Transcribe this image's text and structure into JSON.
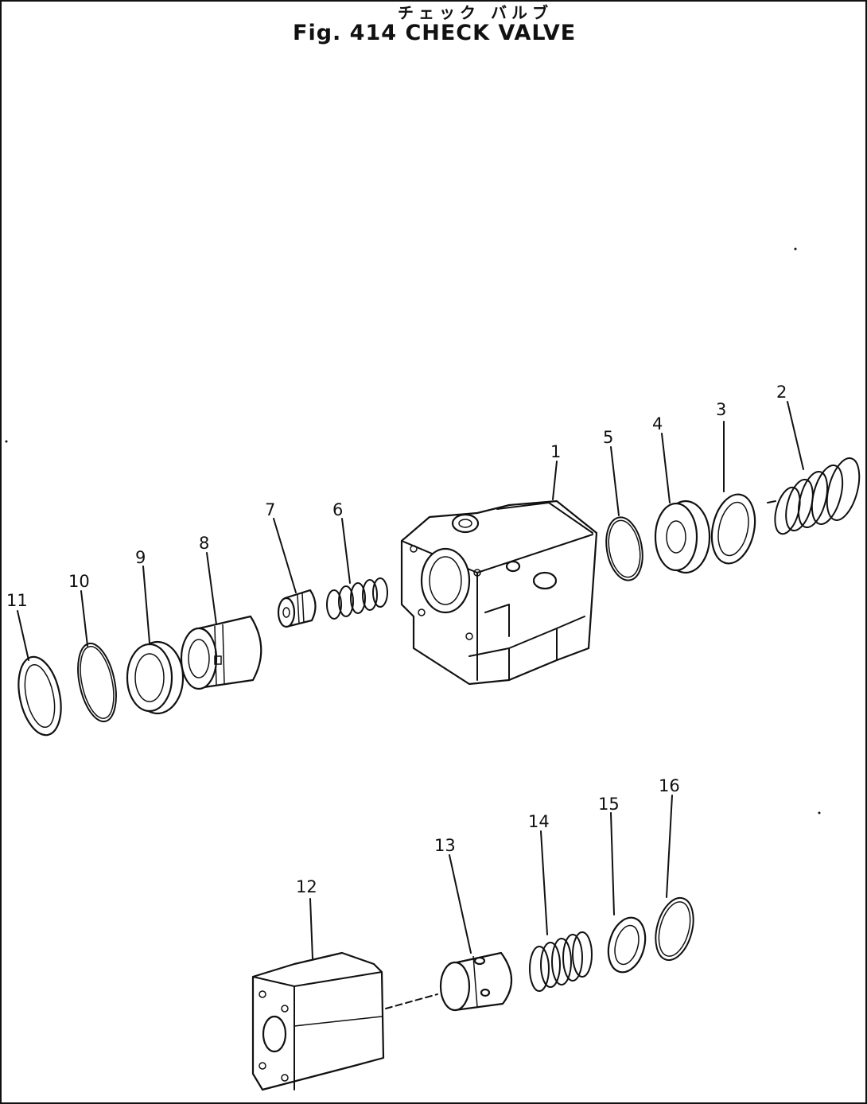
{
  "figure": {
    "title_jp": "チェック バルブ",
    "title_en": "Fig. 414 CHECK VALVE"
  },
  "callouts": [
    "1",
    "2",
    "3",
    "4",
    "5",
    "6",
    "7",
    "8",
    "9",
    "10",
    "11",
    "12",
    "13",
    "14",
    "15",
    "16"
  ]
}
